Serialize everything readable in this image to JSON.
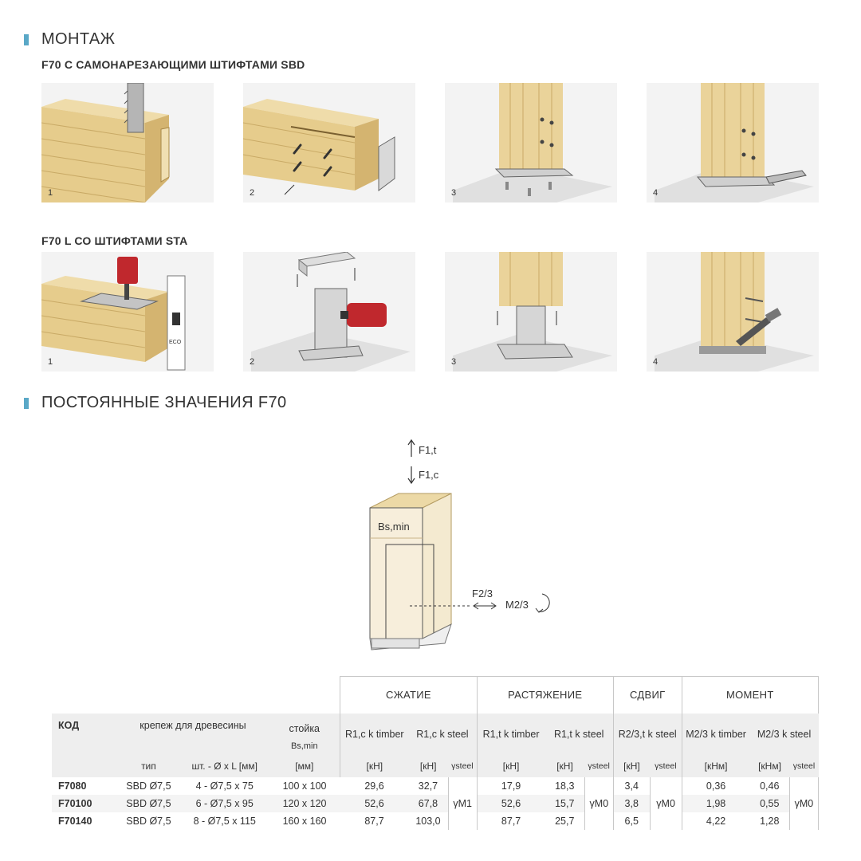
{
  "sections": {
    "montage": "МОНТАЖ",
    "sbd_title": "F70 С САМОНАРЕЗАЮЩИМИ ШТИФТАМИ SBD",
    "sta_title": "F70 L СО ШТИФТАМИ STA",
    "values": "ПОСТОЯННЫЕ ЗНАЧЕНИЯ F70"
  },
  "steps": [
    "1",
    "2",
    "3",
    "4"
  ],
  "stamp_text": "ECO",
  "diagram": {
    "f1t": "F1,t",
    "f1c": "F1,c",
    "bs": "Bs,min",
    "f23": "F2/3",
    "m23": "M2/3"
  },
  "table": {
    "groups": [
      "СЖАТИЕ",
      "РАСТЯЖЕНИЕ",
      "СДВИГ",
      "МОМЕНТ"
    ],
    "h_code": "КОД",
    "h_fastener": "крепеж для древесины",
    "h_post_1": "стойка",
    "h_post_2": "Bs,min",
    "cols": [
      "R1,c k timber",
      "R1,c k steel",
      "R1,t k timber",
      "R1,t k steel",
      "R2/3,t k steel",
      "M2/3 k timber",
      "M2/3 k steel"
    ],
    "u_type": "тип",
    "u_qty": "шт. - Ø x L [мм]",
    "u_mm": "[мм]",
    "u_kn": "[кН]",
    "u_knm": "[кНм]",
    "u_gamma": "γsteel",
    "gamma_c": "γM1",
    "gamma_t": "γM0",
    "gamma_s": "γM0",
    "gamma_m": "γM0",
    "rows": [
      {
        "code": "F7080",
        "type": "SBD Ø7,5",
        "qty": "4 - Ø7,5 x 75",
        "post": "100 x 100",
        "c_t": "29,6",
        "c_s": "32,7",
        "t_t": "17,9",
        "t_s": "18,3",
        "s_s": "3,4",
        "m_t": "0,36",
        "m_s": "0,46"
      },
      {
        "code": "F70100",
        "type": "SBD Ø7,5",
        "qty": "6 - Ø7,5 x 95",
        "post": "120 x 120",
        "c_t": "52,6",
        "c_s": "67,8",
        "t_t": "52,6",
        "t_s": "15,7",
        "s_s": "3,8",
        "m_t": "1,98",
        "m_s": "0,55"
      },
      {
        "code": "F70140",
        "type": "SBD Ø7,5",
        "qty": "8 - Ø7,5 x 115",
        "post": "160 x 160",
        "c_t": "87,7",
        "c_s": "103,0",
        "t_t": "87,7",
        "t_s": "25,7",
        "s_s": "6,5",
        "m_t": "4,22",
        "m_s": "1,28"
      }
    ]
  }
}
